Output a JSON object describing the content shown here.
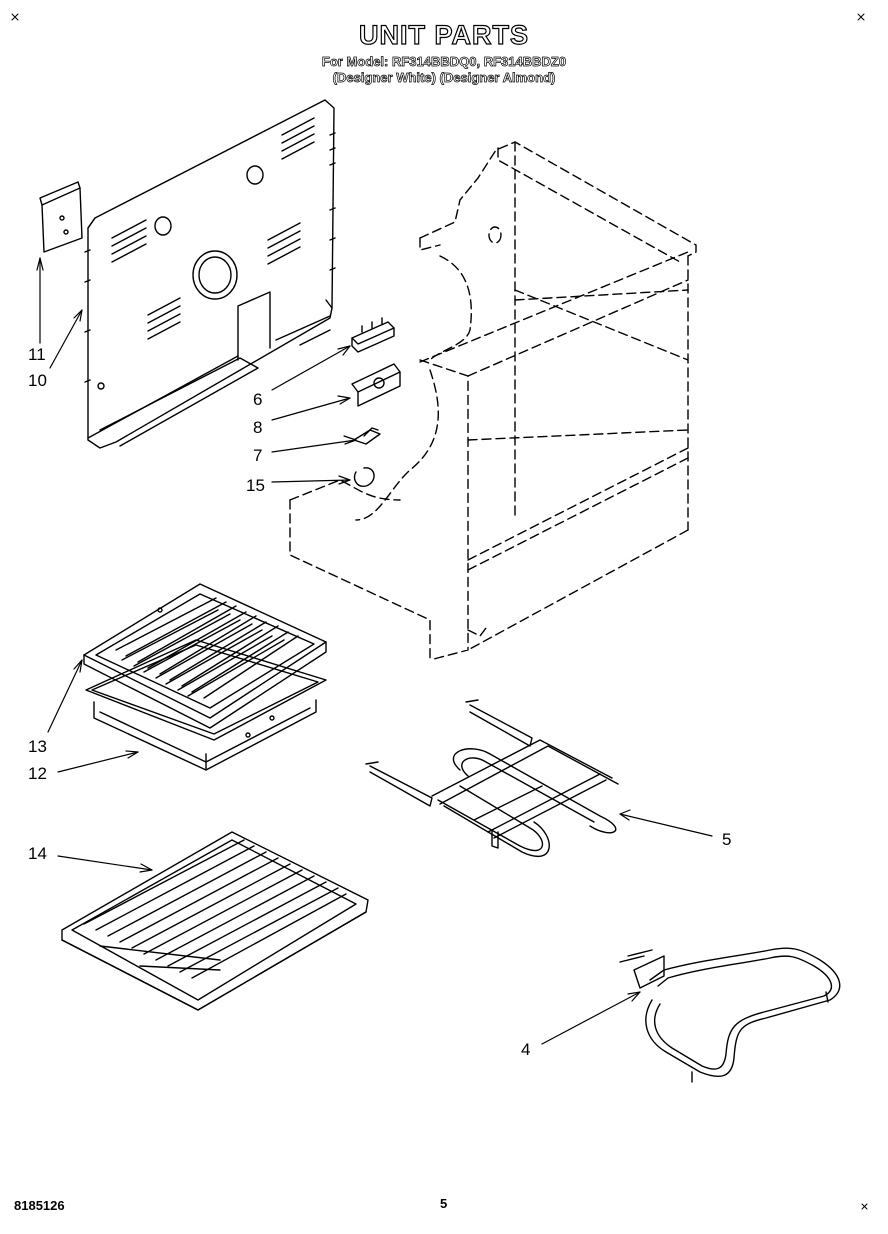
{
  "header": {
    "title": "UNIT PARTS",
    "model_line": "For Model: RF314BBDQ0, RF314BBDZ0",
    "color_line": "(Designer White) (Designer Almond)"
  },
  "callouts": {
    "c11": "11",
    "c10": "10",
    "c6": "6",
    "c8": "8",
    "c7": "7",
    "c15": "15",
    "c13": "13",
    "c12": "12",
    "c14": "14",
    "c5": "5",
    "c4": "4"
  },
  "footer": {
    "doc_number": "8185126",
    "page_number": "5"
  }
}
